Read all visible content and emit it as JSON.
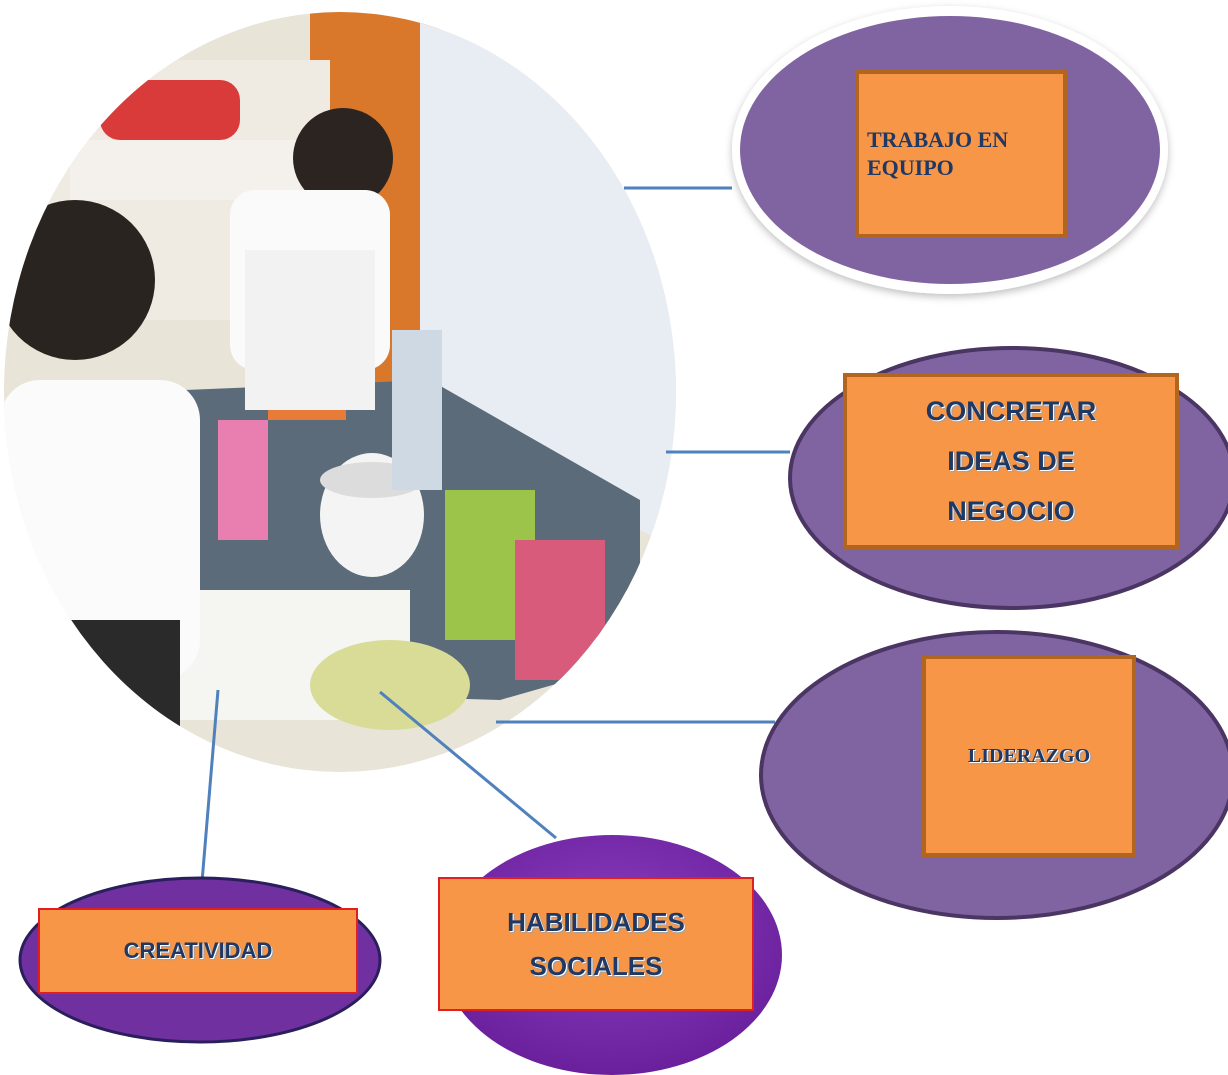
{
  "nodes": {
    "trabajo": "TRABAJO EN EQUIPO",
    "concretar": "CONCRETAR IDEAS DE NEGOCIO",
    "liderazgo": "LIDERAZGO",
    "creatividad": "CREATIVIDAD",
    "habilidades": "HABILIDADES SOCIALES"
  },
  "colors": {
    "ellipse_purple": "#8064a2",
    "ellipse_violet": "#7030a0",
    "label_orange": "#f79646",
    "connector_blue": "#4f81bd",
    "text_navy": "#1f3864"
  },
  "photo": {
    "description_icon": "photo-of-children-with-crafts"
  }
}
